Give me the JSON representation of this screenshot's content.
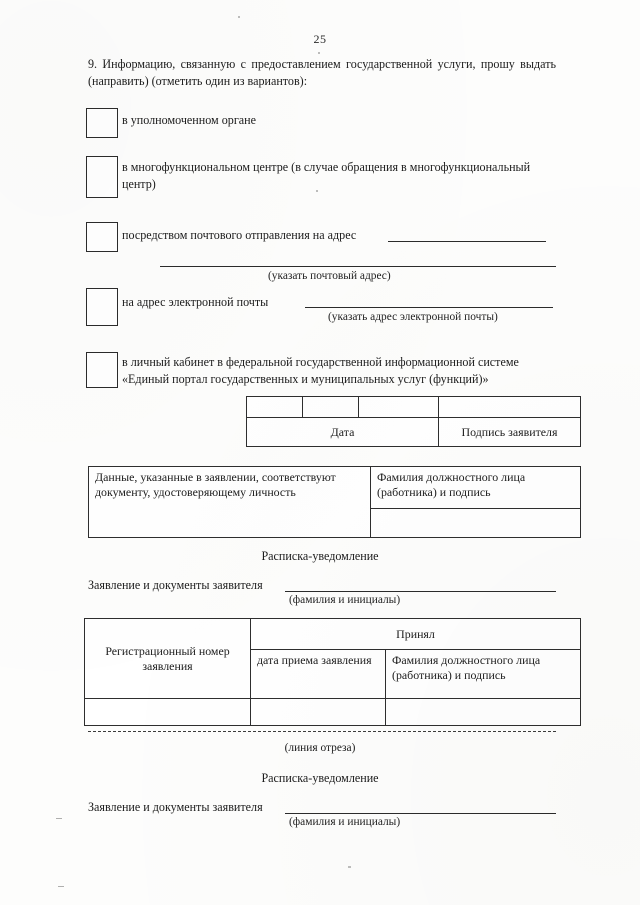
{
  "page": {
    "number": "25",
    "language": "ru"
  },
  "question": {
    "text": "9. Информацию, связанную с предоставлением государственной услуги, прошу выдать (направить) (отметить один из вариантов):"
  },
  "options": [
    {
      "id": "authorized-body",
      "label": "в уполномоченном органе",
      "checked": false
    },
    {
      "id": "multifunctional-centre",
      "label": "в многофункциональном центре (в случае обращения в многофункциональный центр)",
      "checked": false
    },
    {
      "id": "postal-dispatch",
      "label": "посредством почтового отправления на адрес",
      "checked": false,
      "caption": "(указать почтовый адрес)"
    },
    {
      "id": "email-address",
      "label": "на адрес электронной почты",
      "checked": false,
      "caption": "(указать адрес электронной почты)"
    },
    {
      "id": "personal-account-epgu",
      "label": "в личный кабинет в федеральной государственной информационной системе «Единый портал государственных и муниципальных услуг (функций)»",
      "checked": false
    }
  ],
  "signature_table": {
    "top_row_cells": [
      "",
      "",
      "",
      ""
    ],
    "labels": {
      "date": "Дата",
      "applicant_signature": "Подпись заявителя"
    }
  },
  "confirmation_table": {
    "left_text": "Данные, указанные в заявлении, соответствуют документу, удостоверяющему личность",
    "right_header": "Фамилия должностного лица (работника) и подпись",
    "right_value": ""
  },
  "receipt_first": {
    "title": "Расписка-уведомление",
    "line_label": "Заявление и документы заявителя",
    "line_value": "",
    "caption": "(фамилия и инициалы)"
  },
  "registration_table": {
    "registration_number_header": "Регистрационный номер заявления",
    "accepted_by_header": "Принял",
    "acceptance_date_header": "дата приема заявления",
    "official_name_header": "Фамилия должностного лица (работника) и подпись",
    "row_values": [
      "",
      "",
      ""
    ]
  },
  "cut_line": {
    "caption": "(линия отреза)"
  },
  "receipt_second": {
    "title": "Расписка-уведомление",
    "line_label": "Заявление и документы заявителя",
    "line_value": "",
    "caption": "(фамилия и инициалы)"
  }
}
